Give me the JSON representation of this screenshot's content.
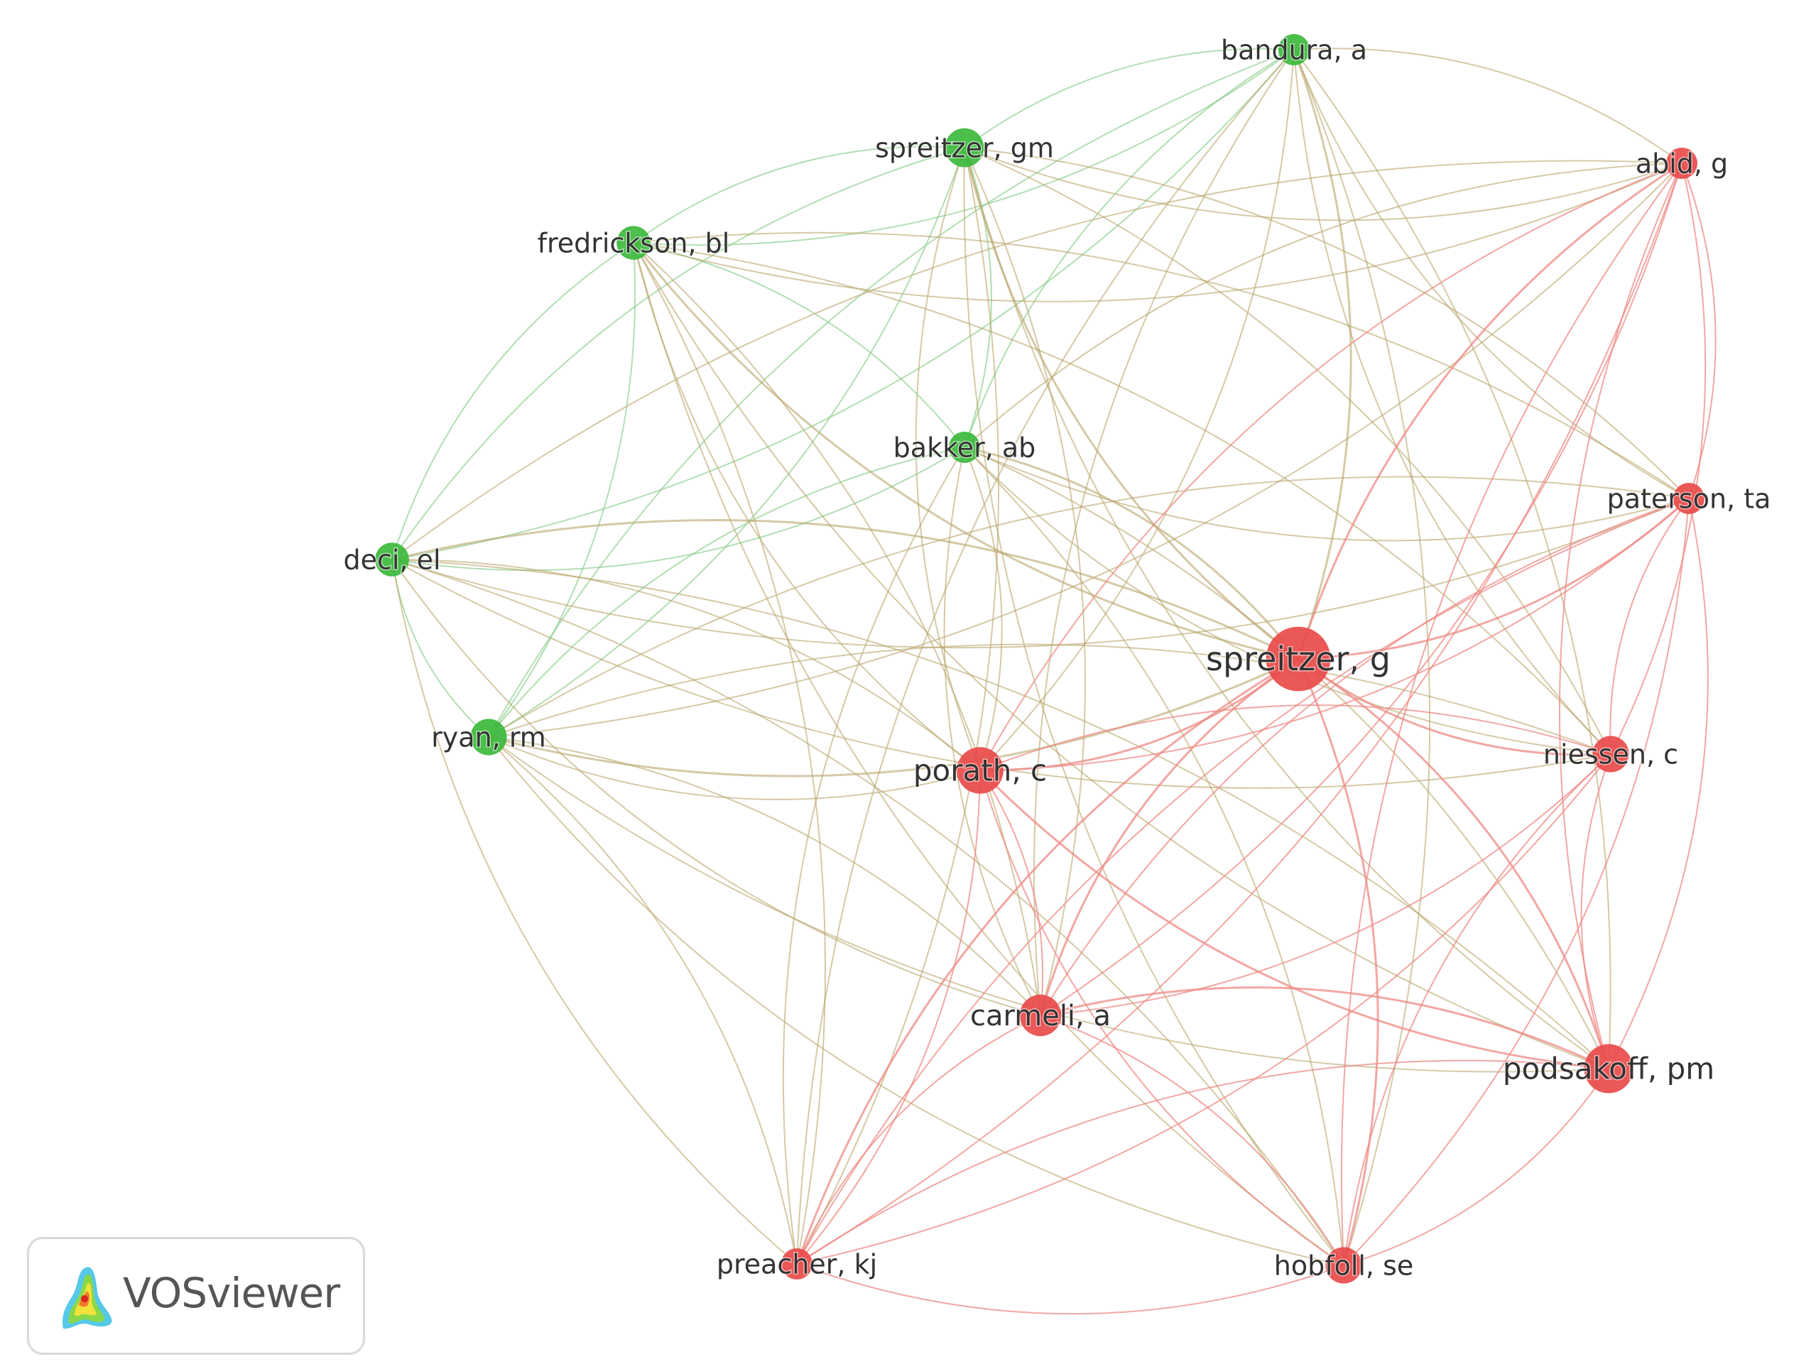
{
  "colors": {
    "cluster_1": "#3cb83c",
    "cluster_2": "#e84a4a",
    "link_green": "#7fc87f",
    "link_red": "#ee8a84",
    "link_mixed": "#b9a56a"
  },
  "nodes": [
    {
      "id": "bandura",
      "label": "bandura, a",
      "cluster": 1,
      "weight": 1.0
    },
    {
      "id": "spreitzer_gm",
      "label": "spreitzer, gm",
      "cluster": 1,
      "weight": 1.3
    },
    {
      "id": "fredrickson",
      "label": "fredrickson, bl",
      "cluster": 1,
      "weight": 1.1
    },
    {
      "id": "bakker",
      "label": "bakker, ab",
      "cluster": 1,
      "weight": 1.0
    },
    {
      "id": "deci",
      "label": "deci, el",
      "cluster": 1,
      "weight": 1.1
    },
    {
      "id": "ryan",
      "label": "ryan, rm",
      "cluster": 1,
      "weight": 1.2
    },
    {
      "id": "abid",
      "label": "abid, g",
      "cluster": 2,
      "weight": 1.0
    },
    {
      "id": "paterson",
      "label": "paterson, ta",
      "cluster": 2,
      "weight": 1.0
    },
    {
      "id": "spreitzer_g",
      "label": "spreitzer, g",
      "cluster": 2,
      "weight": 2.3
    },
    {
      "id": "niessen",
      "label": "niessen, c",
      "cluster": 2,
      "weight": 1.2
    },
    {
      "id": "porath",
      "label": "porath, c",
      "cluster": 2,
      "weight": 1.6
    },
    {
      "id": "carmeli",
      "label": "carmeli, a",
      "cluster": 2,
      "weight": 1.4
    },
    {
      "id": "podsakoff",
      "label": "podsakoff, pm",
      "cluster": 2,
      "weight": 1.7
    },
    {
      "id": "preacher",
      "label": "preacher, kj",
      "cluster": 2,
      "weight": 1.0
    },
    {
      "id": "hobfoll",
      "label": "hobfoll, se",
      "cluster": 2,
      "weight": 1.2
    }
  ],
  "logo": {
    "text": "VOSviewer",
    "icon": "vosviewer-logo-icon"
  }
}
